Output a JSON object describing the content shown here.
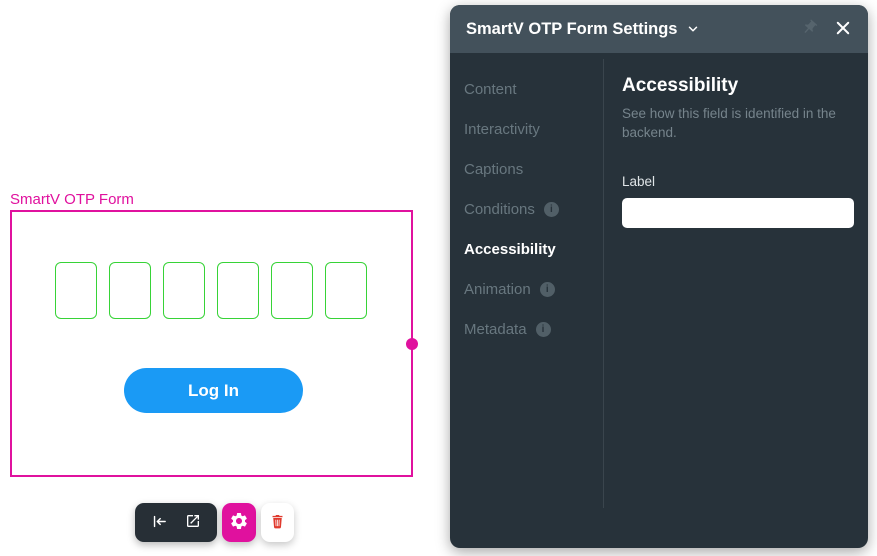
{
  "canvas": {
    "element_label": "SmartV OTP Form",
    "otp_box_count": 6,
    "login_button_label": "Log In"
  },
  "toolbar": {
    "icons": [
      "collapse-left",
      "open-in-new",
      "settings-gear",
      "delete-trash"
    ]
  },
  "panel": {
    "title": "SmartV OTP Form Settings",
    "info_badge": "i",
    "tabs": [
      {
        "label": "Content",
        "info": false,
        "active": false
      },
      {
        "label": "Interactivity",
        "info": false,
        "active": false
      },
      {
        "label": "Captions",
        "info": false,
        "active": false
      },
      {
        "label": "Conditions",
        "info": true,
        "active": false
      },
      {
        "label": "Accessibility",
        "info": false,
        "active": true
      },
      {
        "label": "Animation",
        "info": true,
        "active": false
      },
      {
        "label": "Metadata",
        "info": true,
        "active": false
      }
    ],
    "section": {
      "heading": "Accessibility",
      "description": "See how this field is identified in the backend.",
      "field_label": "Label",
      "field_value": ""
    }
  },
  "colors": {
    "selection_magenta": "#e0119e",
    "otp_green": "#37d337",
    "primary_blue": "#1a9af5",
    "delete_red": "#e03a2e",
    "panel_header": "#43515b",
    "panel_body": "#27323a"
  }
}
